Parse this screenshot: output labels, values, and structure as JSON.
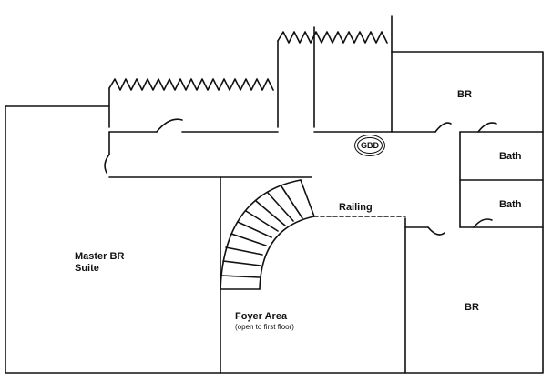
{
  "rooms": {
    "master": {
      "line1": "Master BR",
      "line2": "Suite"
    },
    "br_top": "BR",
    "bath_upper": "Bath",
    "bath_lower": "Bath",
    "br_bottom": "BR",
    "railing": "Railing",
    "foyer": {
      "title": "Foyer Area",
      "note": "(open to first floor)"
    },
    "gbd_symbol": "GBD"
  }
}
